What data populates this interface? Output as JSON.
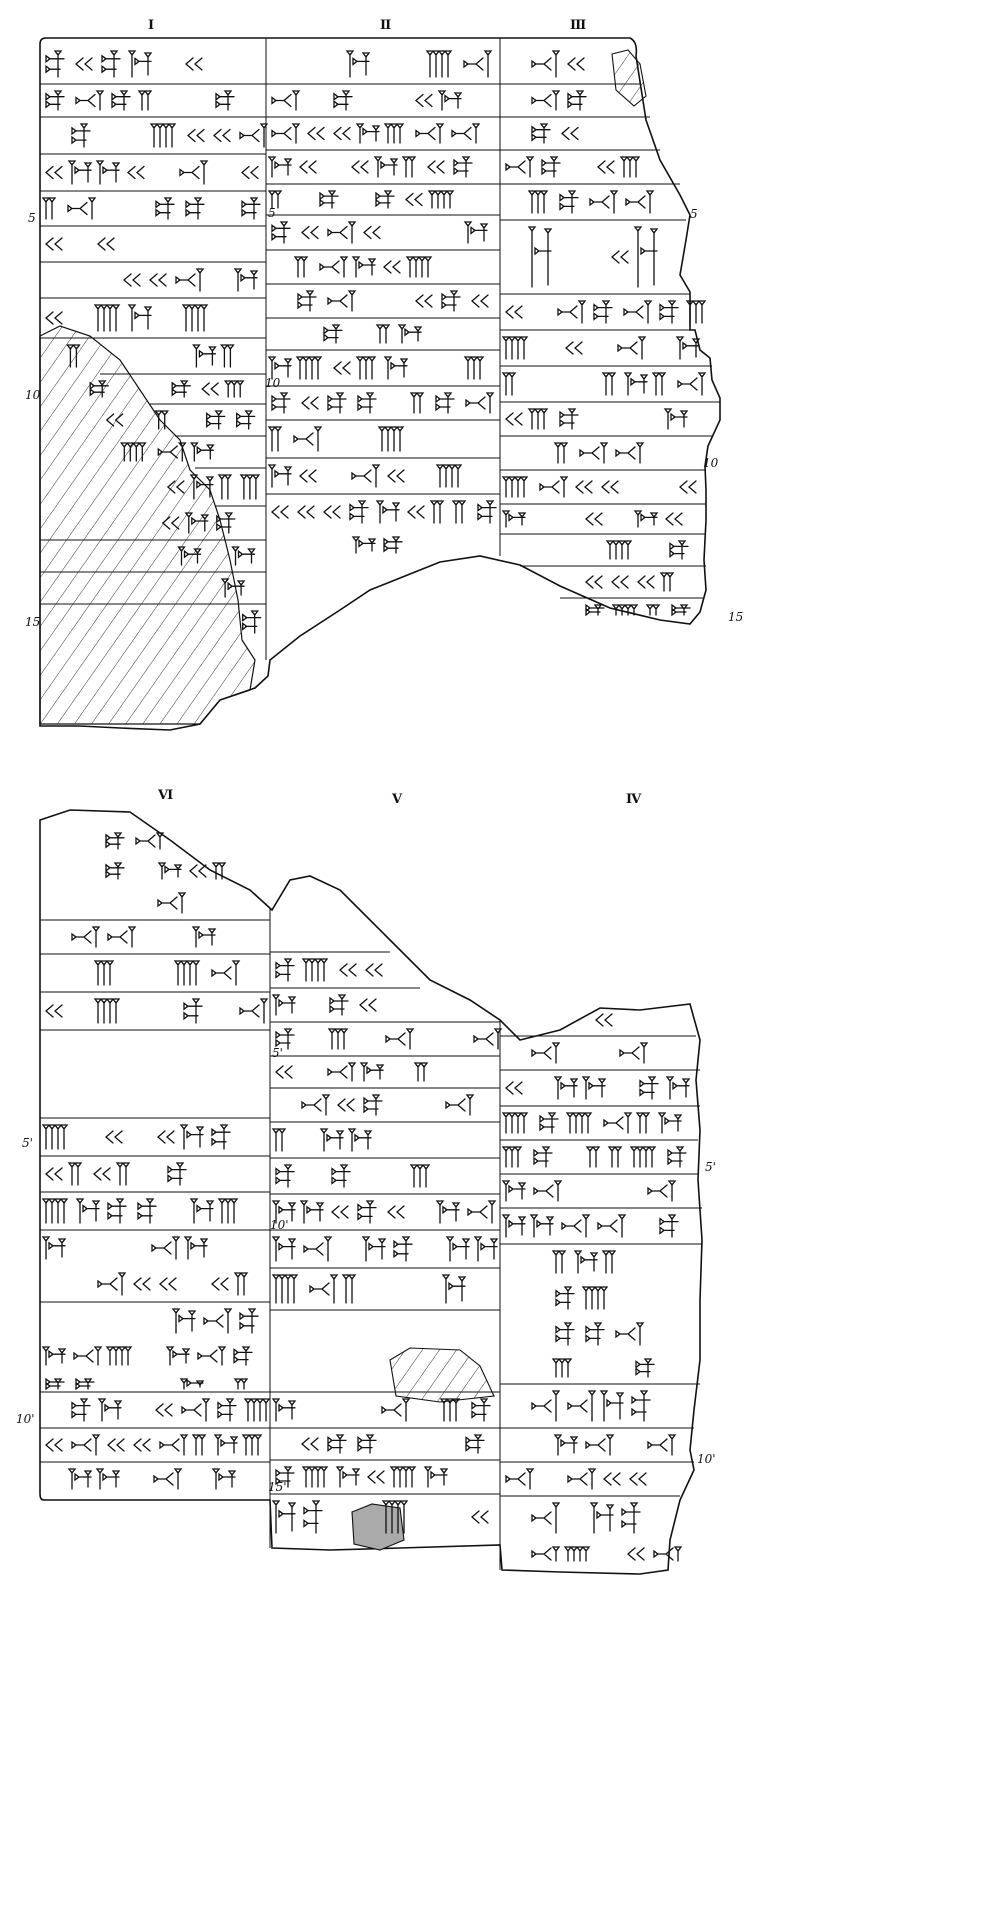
{
  "obverse": {
    "columns": [
      "I",
      "II",
      "III"
    ],
    "line_numbers": [
      {
        "label": "5",
        "col": 0
      },
      {
        "label": "10",
        "col": 0
      },
      {
        "label": "15",
        "col": 0
      },
      {
        "label": "5",
        "col": 1
      },
      {
        "label": "10",
        "col": 1
      },
      {
        "label": "5",
        "col": 2
      },
      {
        "label": "10",
        "col": 2
      },
      {
        "label": "15",
        "col": 2
      }
    ]
  },
  "reverse": {
    "columns": [
      "VI",
      "V",
      "IV"
    ],
    "line_numbers": [
      {
        "label": "5'",
        "col": 0
      },
      {
        "label": "10'",
        "col": 0
      },
      {
        "label": "5'",
        "col": 1
      },
      {
        "label": "10'",
        "col": 1
      },
      {
        "label": "15'",
        "col": 1
      },
      {
        "label": "5'",
        "col": 2
      },
      {
        "label": "10'",
        "col": 2
      }
    ]
  },
  "style": {
    "ink": "#111111",
    "paper": "#ffffff",
    "hatch": "#222222"
  }
}
